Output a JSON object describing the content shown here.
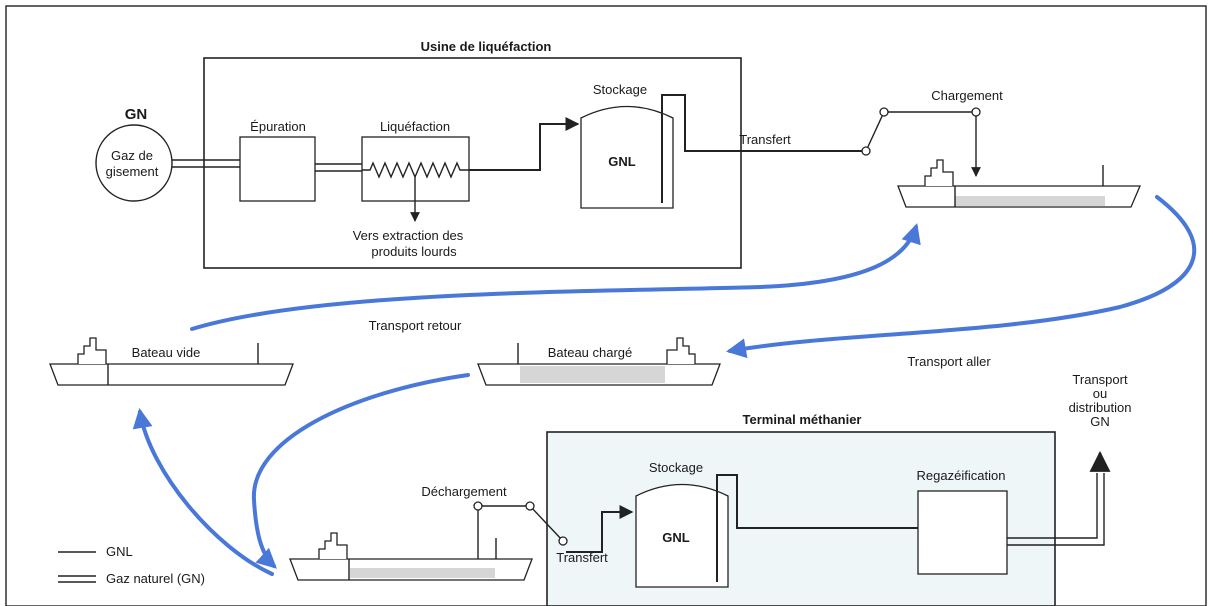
{
  "usine": {
    "title": "Usine de liquéfaction",
    "epuration": "Épuration",
    "liquefaction": "Liquéfaction",
    "stockage": "Stockage",
    "gnl": "GNL",
    "transfert": "Transfert",
    "extraction_line1": "Vers extraction des",
    "extraction_line2": "produits lourds"
  },
  "source": {
    "gn": "GN",
    "gaz_line1": "Gaz de",
    "gaz_line2": "gisement"
  },
  "chargement": "Chargement",
  "transport_retour": "Transport  retour",
  "transport_aller": "Transport  aller",
  "bateau_vide": "Bateau vide",
  "bateau_charge": "Bateau chargé",
  "terminal": {
    "title": "Terminal méthanier",
    "stockage": "Stockage",
    "gnl": "GNL",
    "regazeification": "Regazéification",
    "transfert": "Transfert"
  },
  "dechargement": "Déchargement",
  "output": {
    "line1": "Transport",
    "line2": "ou",
    "line3": "distribution",
    "line4": "GN"
  },
  "legend": {
    "gnl": "GNL",
    "gn": "Gaz naturel (GN)"
  },
  "colors": {
    "flow_arrows": "#4a78d8",
    "terminal_fill": "#eef6f7",
    "cargo": "#d6d6d6"
  }
}
